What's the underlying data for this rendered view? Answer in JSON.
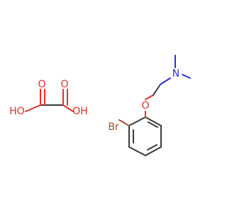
{
  "molecules": {
    "oxalic_acid": {
      "atoms": {
        "o_carbonyl_left": "O",
        "o_carbonyl_right": "O",
        "oh_left": "HO",
        "oh_right": "OH"
      }
    },
    "amine": {
      "atoms": {
        "bromine": "Br",
        "ether_oxygen": "O",
        "nitrogen": "N"
      }
    }
  },
  "colors": {
    "bond": "#3a3a3a",
    "oxygen": "#e0302a",
    "nitrogen": "#3030e0",
    "bromine": "#a0522d"
  }
}
